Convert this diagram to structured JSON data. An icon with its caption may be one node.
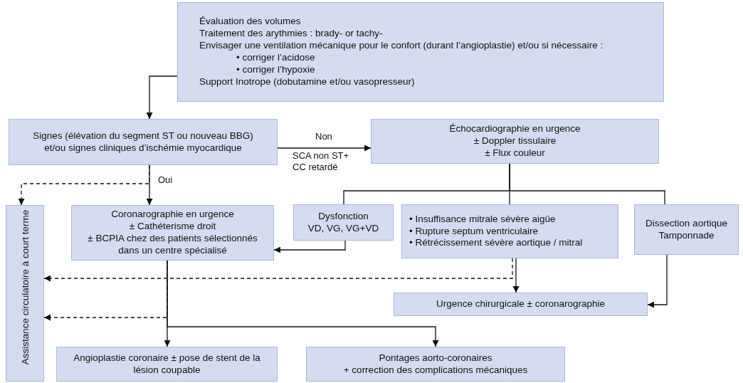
{
  "diagram": {
    "nodes": [
      {
        "text": [
          "Évaluation des volumes",
          "Traitement des arythmies : brady- or tachy-",
          "Envisager une ventilation mécanique pour le confort (durant l’angioplastie) et/ou si nécessaire :",
          "• corriger l’acidose",
          "• corriger l’hypoxie",
          "Support Inotrope (dobutamine et/ou vasopresseur)"
        ]
      },
      {
        "text": [
          "Signes (élévation du segment ST ou nouveau BBG)",
          "et/ou signes cliniques d’ischémie myocardique"
        ]
      },
      {
        "text": [
          "Échocardiographie en urgence",
          "± Doppler tissulaire",
          "± Flux couleur"
        ]
      },
      {
        "text": [
          "Assistance circulatoire à court terme"
        ]
      },
      {
        "text": [
          "Coronarographie en urgence",
          "± Cathéterisme droit",
          "± BCPIA chez des patients sélectionnés dans un centre spécialisé"
        ]
      },
      {
        "text": [
          "Dysfonction",
          "VD, VG, VG+VD"
        ]
      },
      {
        "text": [
          "• Insuffisance mitrale sévère aigüe",
          "• Rupture septum ventriculaire",
          "• Rétrécissement sévère aortique / mitral"
        ]
      },
      {
        "text": [
          "Dissection aortique",
          "Tamponnade"
        ]
      },
      {
        "text": [
          "Urgence chirurgicale ± coronarographie"
        ]
      },
      {
        "text": [
          "Angioplastie coronaire ± pose de stent de la lésion coupable"
        ]
      },
      {
        "text": [
          "Pontages aorto-coronaires",
          "+ correction des complications mécaniques"
        ]
      }
    ],
    "edges": [
      {
        "from": 0,
        "to": 1,
        "arrow": "to"
      },
      {
        "from": 1,
        "to": 2,
        "arrow": "to",
        "label": "Non"
      },
      {
        "from": 1,
        "to": 4,
        "arrow": "to",
        "label": "Oui"
      },
      {
        "from": 1,
        "to": 3,
        "arrow": "to",
        "style": "dashed"
      },
      {
        "from": 2,
        "to": 5,
        "arrow": "none"
      },
      {
        "from": 2,
        "to": 6,
        "arrow": "none"
      },
      {
        "from": 2,
        "to": 7,
        "arrow": "none"
      },
      {
        "from": 5,
        "to": 4,
        "arrow": "to"
      },
      {
        "from": 6,
        "to": 8,
        "arrow": "to"
      },
      {
        "from": 7,
        "to": 8,
        "arrow": "to"
      },
      {
        "from": 6,
        "to": 3,
        "arrow": "to",
        "style": "dashed"
      },
      {
        "from": 4,
        "to": 3,
        "arrow": "to",
        "style": "dashed"
      },
      {
        "from": 4,
        "to": 9,
        "arrow": "to"
      },
      {
        "from": 4,
        "to": 10,
        "arrow": "to"
      }
    ],
    "labels": [
      "SCA non ST+ CC retardé"
    ]
  }
}
